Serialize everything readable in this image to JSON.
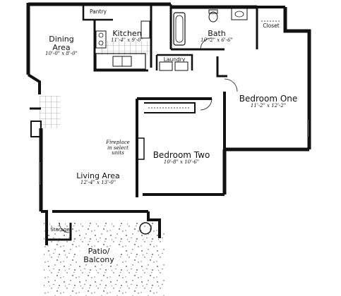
{
  "rooms": {
    "dining": {
      "name": "Dining Area",
      "name_line1": "Dining",
      "name_line2": "Area",
      "dims": "10'-0\" x 8'-0\""
    },
    "kitchen": {
      "name": "Kitchen",
      "dims": "11'-4\" x 9'-0\""
    },
    "pantry": {
      "name": "Pantry"
    },
    "bath": {
      "name": "Bath",
      "dims": "10'-2\" x 6'-6\""
    },
    "closet": {
      "name": "Closet"
    },
    "laundry": {
      "name": "Laundry"
    },
    "bedroom_one": {
      "name": "Bedroom One",
      "dims": "11'-2\" x 12'-2\""
    },
    "bedroom_two": {
      "name": "Bedroom Two",
      "dims": "10'-8\" x 10'-6\""
    },
    "living": {
      "name": "Living Area",
      "dims": "12'-4\" x 13'-0\""
    },
    "storage": {
      "name": "Storage"
    },
    "patio": {
      "name": "Patio/ Balcony",
      "name_line1": "Patio/",
      "name_line2": "Balcony"
    }
  },
  "notes": {
    "fireplace_line1": "Fireplace",
    "fireplace_line2": "in select",
    "fireplace_line3": "units"
  }
}
